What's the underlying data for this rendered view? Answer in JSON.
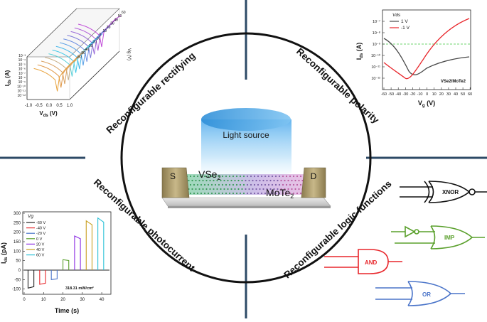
{
  "colors": {
    "divider": "#2d4a66",
    "circle": "#111111",
    "orange": "#e6a23c",
    "red": "#e8262b",
    "green": "#5aa02c",
    "blue": "#4a74c9",
    "cyan": "#2bc1d8",
    "purple": "#8a2be2",
    "teal": "#3dc7d3",
    "darkgray": "#4a4a4a"
  },
  "quadrant_titles": {
    "rectifying": "Reconfigurable rectifying",
    "polarity": "Reconfigurable polarity",
    "photocurrent": "Reconfigurable photocurrent",
    "logic": "Reconfigurable logic functions"
  },
  "center": {
    "light_source": "Light source",
    "source_label": "S",
    "drain_label": "D",
    "vse2_label": "VSe",
    "vse2_sub": "2",
    "mote2_label": "MoTe",
    "mote2_sub": "2"
  },
  "rectifying_plot": {
    "ylabel_main": "I",
    "ylabel_sub": "ds",
    "ylabel_unit": " (A)",
    "xlabel_main": "V",
    "xlabel_sub": "ds",
    "xlabel_unit": " (V)",
    "x_ticks": [
      "-1.0",
      "-0.5",
      "0.0",
      "0.5",
      "1.0"
    ],
    "y_ticks": [
      "10⁻³",
      "10⁻⁴",
      "10⁻⁵",
      "10⁻⁶",
      "10⁻⁷",
      "10⁻⁸",
      "10⁻⁹",
      "10⁻¹⁰",
      "10⁻¹¹",
      "10⁻¹²"
    ],
    "z_ticks": [
      "60",
      "50",
      "40",
      "30",
      "20",
      "10",
      "0",
      "-10",
      "-20",
      "-30",
      "-40",
      "-50",
      "-60"
    ],
    "z_label": "Vg (V)"
  },
  "polarity_plot": {
    "ylabel_main": "I",
    "ylabel_sub": "ds",
    "ylabel_unit": " (A)",
    "xlabel_main": "V",
    "xlabel_sub": "g",
    "xlabel_unit": " (V)",
    "x_ticks": [
      "-60",
      "-50",
      "-40",
      "-30",
      "-20",
      "-10",
      "0",
      "10",
      "20",
      "30",
      "40",
      "50",
      "60"
    ],
    "y_ticks": [
      "10⁻⁷",
      "10⁻⁸",
      "10⁻⁹",
      "10⁻¹⁰",
      "10⁻¹¹",
      "10⁻¹²"
    ],
    "legend_title": "Vds",
    "legend_items": [
      "1 V",
      "-1 V"
    ],
    "annotation": "VSe2/MoTe2"
  },
  "photocurrent_plot": {
    "ylabel_main": "I",
    "ylabel_sub": "ds",
    "ylabel_unit": " (pA)",
    "xlabel": "Time (s)",
    "x_ticks": [
      "0",
      "10",
      "20",
      "30",
      "40"
    ],
    "y_ticks": [
      "300",
      "250",
      "200",
      "150",
      "100",
      "50",
      "0",
      "-50",
      "-100"
    ],
    "legend_title": "Vg",
    "legend_items": [
      "-60 V",
      "-40 V",
      "-20 V",
      "0 V",
      "20 V",
      "40 V",
      "60 V"
    ],
    "annotation": "318.31 mW/cm²"
  },
  "logic_gates": {
    "xnor": "XNOR",
    "imp": "IMP",
    "and": "AND",
    "or": "OR"
  }
}
